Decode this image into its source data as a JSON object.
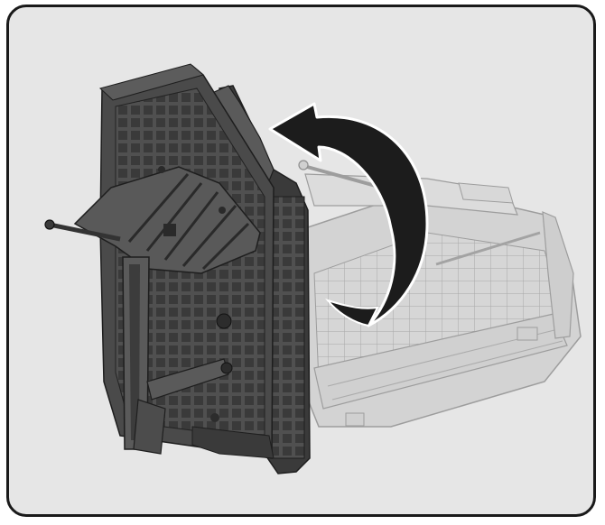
{
  "figure": {
    "background_color": "#e6e6e6",
    "frame_color": "#1a1a1a",
    "ghost_part_color": "#d2d2d2",
    "ghost_part_stroke": "#9a9a9a",
    "part_color": "#4a4a4a",
    "part_dark_color": "#262626",
    "arrow_color": "#1c1c1c",
    "arrow_edge_color": "#ffffff",
    "arrow_direction": "counterclockwise",
    "icons": [
      "rotate-arrow-icon",
      "tray-assembly-raised",
      "tray-assembly-lowered-ghost"
    ]
  }
}
